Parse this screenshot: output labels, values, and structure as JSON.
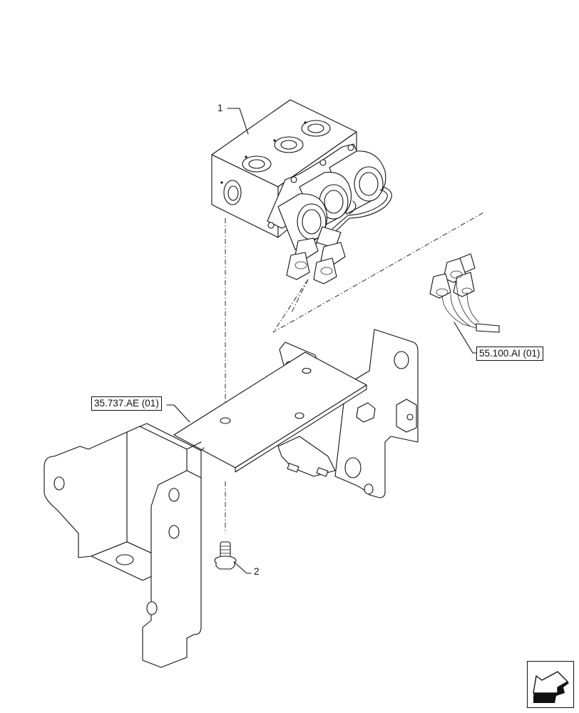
{
  "diagram": {
    "type": "exploded parts illustration",
    "background": "#ffffff",
    "line_color": "#111111",
    "callouts": [
      {
        "id": "1",
        "label": "1",
        "part": "solenoid valve block"
      },
      {
        "id": "2",
        "label": "2",
        "part": "flange bolt"
      }
    ],
    "references": [
      {
        "id": "ref-35737",
        "label": "35.737.AE (01)"
      },
      {
        "id": "ref-55100",
        "label": "55.100.AI (01)"
      }
    ],
    "navigation": {
      "icon": "previous-page-arrow-icon"
    }
  }
}
